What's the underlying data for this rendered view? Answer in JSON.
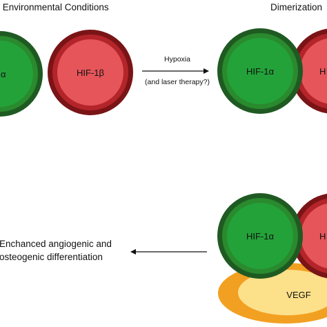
{
  "headers": {
    "environmental": "l Environmental Conditions",
    "dimerization": "Dimerization"
  },
  "arrow_top": {
    "line1": "Hypoxia",
    "line2": "(and laser therapy?)"
  },
  "molecules": {
    "alpha_left_partial": "α",
    "beta": "HIF-1β",
    "alpha_dimer_top": "HIF-1α",
    "beta_dimer_top_partial": "H",
    "alpha_dimer_bottom": "HIF-1α",
    "beta_dimer_bottom_partial": "H",
    "vegf": "VEGF"
  },
  "outcome": {
    "line1": "Enchanced angiogenic and",
    "line2": "osteogenic differentiation"
  },
  "colors": {
    "green_outer": "#1f5a22",
    "green_mid": "#2a8a2e",
    "green_inner": "#23a23a",
    "red_outer": "#7a1416",
    "red_mid": "#b3252a",
    "red_inner": "#e5555a",
    "vegf_outer": "#f2a022",
    "vegf_inner": "#fde08a"
  }
}
